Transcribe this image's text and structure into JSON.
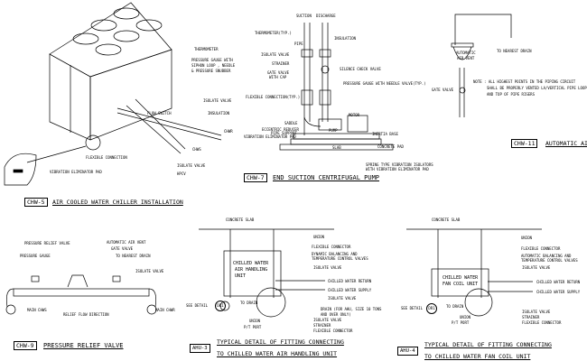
{
  "chw5": {
    "code": "CHW-5",
    "title": "AIR COOLED WATER CHILLER INSTALLATION",
    "labels": {
      "thermometer": "THERMOMETER",
      "gauge1": "PRESSURE GAUGE WITH",
      "gauge2": "SIPHON LOOP , NEEDLE",
      "gauge3": "& PRESSURE SNUBBER",
      "isolate1": "ISOLATE VALVE",
      "insulation": "INSULATION",
      "chwr": "CHWR",
      "flow_switch": "FLOW SWITCH",
      "chws": "CHWS",
      "flex": "FLEXIBLE CONNECTION",
      "pad": "VIBRATION ELIMINATOR PAD",
      "isolate2": "ISOLATE VALVE",
      "hpcv": "HPCV"
    }
  },
  "chw7": {
    "code": "CHW-7",
    "title": "END SUCTION CENTRIFUGAL PUMP",
    "labels": {
      "suction": "SUCTION",
      "discharge": "DISCHARGE",
      "thermometer": "THERMOMETER(TYP.)",
      "pipe": "PIPE",
      "insulation": "INSULATION",
      "isolate": "ISOLATE VALVE",
      "strainer": "STRAINER",
      "gate1": "GATE VALVE",
      "gate2": "WITH CAP",
      "check": "SILENCE CHECK VALVE",
      "gauge": "PRESSURE GAUGE WITH NEEDLE VALVE(TYP.)",
      "flex": "FLEXIBLE CONNECTION(TYP.)",
      "motor": "MOTOR",
      "saddle": "SADDLE",
      "reducer": "ECCENTRIC REDUCER",
      "support": "PIPE SUPPORT",
      "pad": "VIBRATION ELIMINATOR PAD",
      "pump": "PUMP",
      "inertia": "INERTIA BASE",
      "concrete": "CONCRETE PAD",
      "slab": "SLAB",
      "spring1": "SPRING TYPE VIBRATION ISOLATORS",
      "spring2": "WITH VIBRATION ELIMINATOR PAD"
    }
  },
  "chw11": {
    "code": "CHW-11",
    "title": "AUTOMATIC AIR VENT",
    "labels": {
      "drain": "TO NEAREST DRAIN",
      "vent1": "AUTOMATIC",
      "vent2": "AIR VENT",
      "gate": "GATE VALVE",
      "note1": "NOTE :  ALL HIGHEST POINTS IN THE PIPING CIRCUIT",
      "note2": "SHALL BE PROPERLY VENTED LA/VERTICAL PIPE LOOP",
      "note3": "AND TOP OF PIPE RISERS"
    }
  },
  "chw9": {
    "code": "CHW-9",
    "title": "PRESSURE RELIEF VALVE",
    "labels": {
      "relief": "PRESSURE RELIEF VALVE",
      "gauge": "PRESSURE GAUGE",
      "vent": "AUTOMATIC AIR VENT",
      "gate": "GATE VALVE",
      "drain": "TO NEAREST DRAIN",
      "isolate": "ISOLATE VALVE",
      "chws": "MAIN CHWS",
      "flow": "RELIEF FLOW DIRECTION",
      "chwr": "MAIN CHWR"
    }
  },
  "ahu3": {
    "code": "AHU-3",
    "title1": "TYPICAL DETAIL OF FITTING CONNECTING",
    "title2": "TO CHILLED WATER AIR HANDLING UNIT",
    "unit1": "CHILLED WATER",
    "unit2": "AIR HANDLING",
    "unit3": "UNIT",
    "see_detail": "SEE DETAIL",
    "detail_ref": "DR1",
    "to_drain": "TO DRAIN",
    "slab": "CONCRETE SLAB",
    "labels": {
      "union": "UNION",
      "flex": "FLEXIBLE CONNECTOR",
      "dyn1": "DYNAMIC BALANCING AND",
      "dyn2": "TEMPERATURE CONTROL VALVES",
      "iso1": "ISOLATE VALVE",
      "return": "CHILLED WATER RETURN",
      "supply": "CHILLED WATER SUPPLY",
      "iso2": "ISOLATE VALVE",
      "drain1": "DRAIN (FOR AHU, SIZE 10 TONS",
      "drain2": "AND OVER ONLY)",
      "iso3": "ISOLATE VALVE",
      "strainer": "STRAINER",
      "flex2": "FLEXIBLE CONNECTOR",
      "union2": "UNION",
      "pt": "P/T PORT"
    }
  },
  "ahu4": {
    "code": "AHU-4",
    "title1": "TYPICAL DETAIL OF FITTING CONNECTING",
    "title2": "TO CHILLED WATER FAN COIL UNIT",
    "unit1": "CHILLED WATER",
    "unit2": "FAN COIL UNIT",
    "see_detail": "SEE DETAIL",
    "detail_ref": "DR1",
    "to_drain": "TO DRAIN",
    "slab": "CONCRETE SLAB",
    "labels": {
      "union": "UNION",
      "flex": "FLEXIBLE CONNECTOR",
      "auto1": "AUTOMATIC BALANCING AND",
      "auto2": "TEMPERATURE CONTROL VALVES",
      "iso1": "ISOLATE VALVE",
      "return": "CHILLED WATER RETURN",
      "supply": "CHILLED WATER SUPPLY",
      "iso2": "ISOLATE VALVE",
      "strainer": "STRAINER",
      "flex2": "FLEXIBLE CONNECTOR",
      "union2": "UNION",
      "pt": "P/T PORT"
    }
  }
}
